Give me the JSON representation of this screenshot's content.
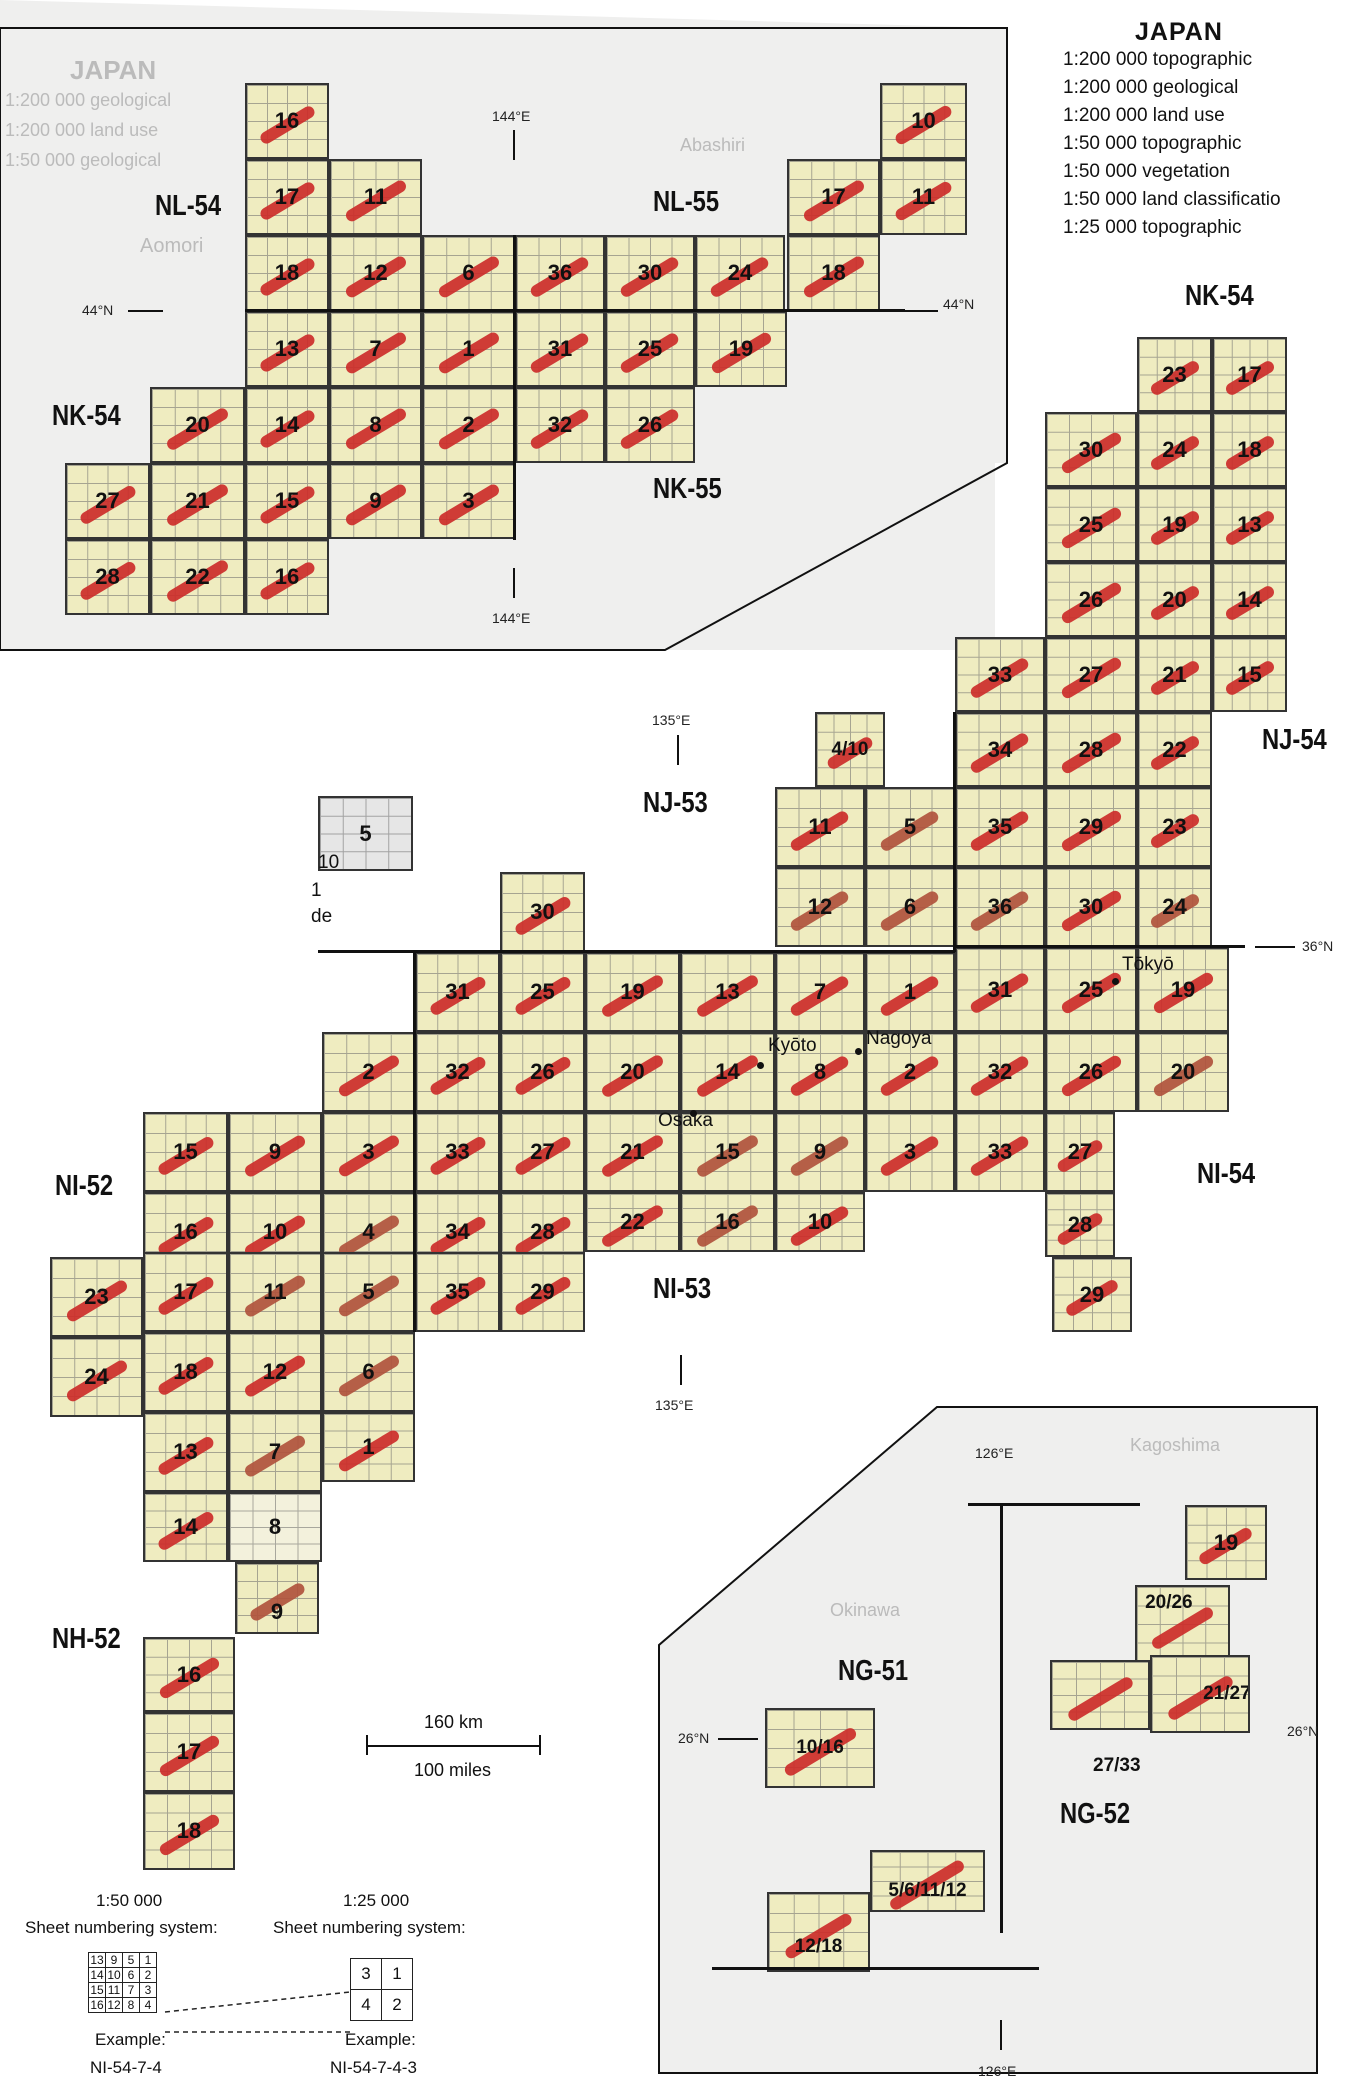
{
  "legend": {
    "title": "JAPAN",
    "rows": [
      "1:200 000  topographic",
      "1:200 000  geological",
      "1:200 000  land use",
      "1:50 000  topographic",
      "1:50 000  vegetation",
      "1:50 000  land classificatio",
      "1:25 000  topographic"
    ]
  },
  "zones": {
    "nl54": "NL-54",
    "nl55": "NL-55",
    "nk54_left": "NK-54",
    "nk55": "NK-55",
    "nk54_right": "NK-54",
    "nj53": "NJ-53",
    "nj54": "NJ-54",
    "ni52": "NI-52",
    "ni53": "NI-53",
    "ni54": "NI-54",
    "nh52": "NH-52",
    "ng51": "NG-51",
    "ng52": "NG-52"
  },
  "coords": {
    "e144_top": "144°E",
    "e144_bottom": "144°E",
    "n44_left": "44°N",
    "n44_right": "44°N",
    "e135_top": "135°E",
    "e135_bottom": "135°E",
    "n36": "36°N",
    "e126_top": "126°E",
    "e126_bottom": "126°E",
    "n26_left": "26°N",
    "n26_right": "26°N"
  },
  "cities": {
    "kyoto": "Kyōto",
    "nagoya": "Nagoya",
    "osaka": "Osaka",
    "tokyo": "Tōkyō"
  },
  "cutoff": {
    "a": "10",
    "b": "1",
    "c": "de"
  },
  "scale": {
    "km": "160 km",
    "miles": "100 miles"
  },
  "numbering": {
    "left_scale": "1:50 000",
    "left_label": "Sheet numbering system:",
    "left_grid": [
      [
        "13",
        "9",
        "5",
        "1"
      ],
      [
        "14",
        "10",
        "6",
        "2"
      ],
      [
        "15",
        "11",
        "7",
        "3"
      ],
      [
        "16",
        "12",
        "8",
        "4"
      ]
    ],
    "left_example_label": "Example:",
    "left_example_value": "NI-54-7-4",
    "right_scale": "1:25 000",
    "right_label": "Sheet numbering system:",
    "right_grid": [
      [
        "3",
        "1"
      ],
      [
        "4",
        "2"
      ]
    ],
    "right_example_label": "Example:",
    "right_example_value": "NI-54-7-4-3"
  },
  "faded": [
    "JAPAN",
    "1:200 000 geological",
    "1:200 000 land use",
    "1:50 000 geological",
    "Abashiri",
    "Aomori",
    "Kagoshima",
    "Okinawa"
  ],
  "sheets": {
    "hk": [
      "16",
      "17",
      "11",
      "18",
      "12",
      "6",
      "13",
      "7",
      "1",
      "20",
      "14",
      "8",
      "2",
      "27",
      "21",
      "15",
      "9",
      "3",
      "28",
      "22",
      "16",
      "36",
      "30",
      "24",
      "31",
      "25",
      "32",
      "26",
      "10",
      "17",
      "11",
      "18",
      "19"
    ],
    "ne": [
      "23",
      "17",
      "30",
      "24",
      "18",
      "25",
      "19",
      "13",
      "26",
      "20",
      "14",
      "33",
      "27",
      "21",
      "15",
      "4/10",
      "34",
      "28",
      "22",
      "11",
      "5",
      "35",
      "29",
      "23",
      "12",
      "6",
      "36",
      "30",
      "24"
    ],
    "main": [
      "5",
      "30",
      "31",
      "25",
      "19",
      "13",
      "7",
      "1",
      "31",
      "25",
      "19",
      "2",
      "32",
      "26",
      "20",
      "14",
      "8",
      "2",
      "32",
      "26",
      "20",
      "15",
      "9",
      "3",
      "33",
      "27",
      "21",
      "15",
      "9",
      "3",
      "33",
      "27",
      "16",
      "10",
      "4",
      "34",
      "28",
      "22",
      "16",
      "10",
      "28",
      "23",
      "17",
      "11",
      "5",
      "35",
      "29",
      "29",
      "24",
      "18",
      "12",
      "6",
      "13",
      "7",
      "1",
      "14",
      "8",
      "9",
      "16",
      "17",
      "18"
    ],
    "ryukyu": [
      "19",
      "20/26",
      "21/27",
      "27/33",
      "10/16",
      "5/6/11/12",
      "12/18"
    ]
  }
}
